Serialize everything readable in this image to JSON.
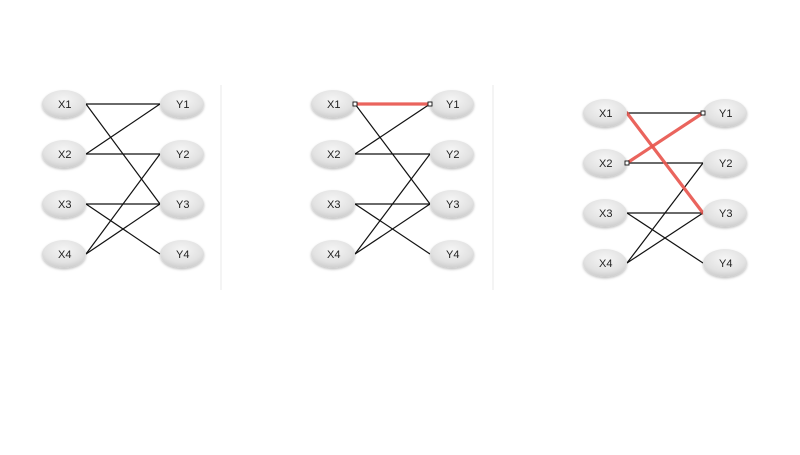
{
  "colors": {
    "edge": "#111111",
    "highlight": "#e8574f",
    "node_fill_light": "#f3f3f3",
    "node_fill_dark": "#cfcfcf",
    "divider": "#e9e9e9"
  },
  "graphs": [
    {
      "left_nodes": [
        "X1",
        "X2",
        "X3",
        "X4"
      ],
      "right_nodes": [
        "Y1",
        "Y2",
        "Y3",
        "Y4"
      ],
      "edges": [
        [
          "X1",
          "Y1"
        ],
        [
          "X1",
          "Y3"
        ],
        [
          "X2",
          "Y1"
        ],
        [
          "X2",
          "Y2"
        ],
        [
          "X3",
          "Y3"
        ],
        [
          "X3",
          "Y4"
        ],
        [
          "X4",
          "Y2"
        ],
        [
          "X4",
          "Y3"
        ]
      ],
      "highlighted_edges": [],
      "marked_nodes": []
    },
    {
      "left_nodes": [
        "X1",
        "X2",
        "X3",
        "X4"
      ],
      "right_nodes": [
        "Y1",
        "Y2",
        "Y3",
        "Y4"
      ],
      "edges": [
        [
          "X1",
          "Y3"
        ],
        [
          "X2",
          "Y1"
        ],
        [
          "X2",
          "Y2"
        ],
        [
          "X3",
          "Y3"
        ],
        [
          "X3",
          "Y4"
        ],
        [
          "X4",
          "Y2"
        ],
        [
          "X4",
          "Y3"
        ]
      ],
      "highlighted_edges": [
        [
          "X1",
          "Y1"
        ]
      ],
      "marked_nodes": [
        "X1",
        "Y1"
      ]
    },
    {
      "left_nodes": [
        "X1",
        "X2",
        "X3",
        "X4"
      ],
      "right_nodes": [
        "Y1",
        "Y2",
        "Y3",
        "Y4"
      ],
      "edges": [
        [
          "X1",
          "Y1"
        ],
        [
          "X2",
          "Y2"
        ],
        [
          "X3",
          "Y3"
        ],
        [
          "X3",
          "Y4"
        ],
        [
          "X4",
          "Y2"
        ],
        [
          "X4",
          "Y3"
        ]
      ],
      "highlighted_edges": [
        [
          "X1",
          "Y3"
        ],
        [
          "X2",
          "Y1"
        ]
      ],
      "marked_nodes": [
        "X2",
        "Y1"
      ]
    }
  ]
}
